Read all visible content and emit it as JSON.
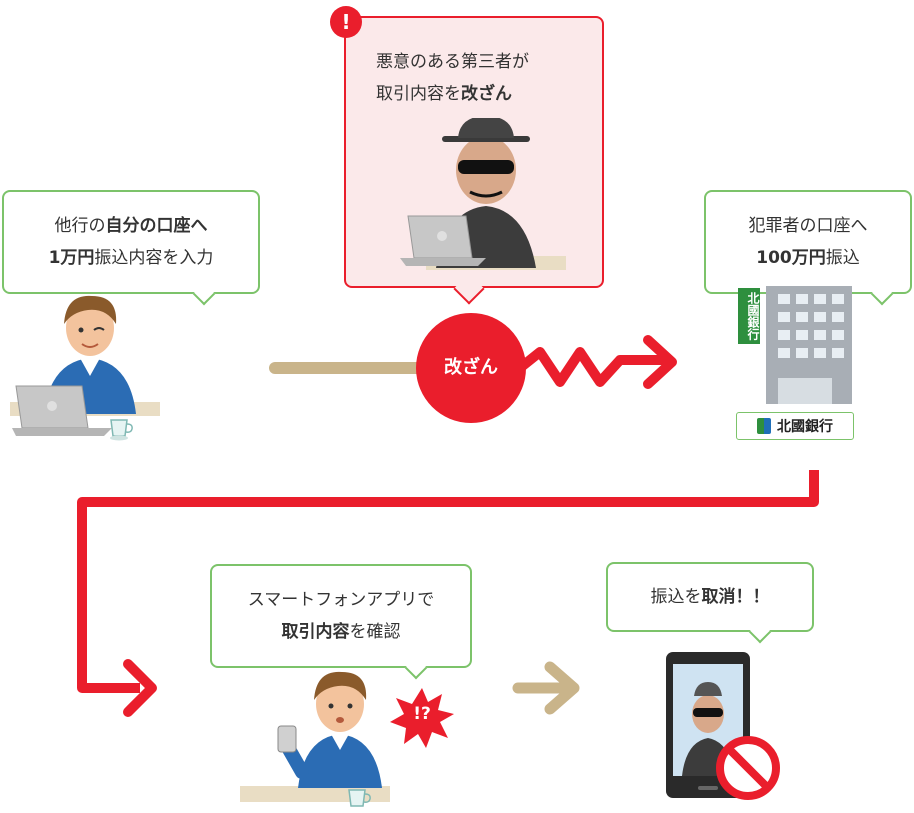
{
  "colors": {
    "red": "#ea1e2c",
    "green": "#7cc36a",
    "tan": "#c9b48a",
    "bubble_pink": "#fbe9ea"
  },
  "attacker_bubble": {
    "alert": "!",
    "line1": "悪意のある第三者が",
    "line2_prefix": "取引内容を",
    "line2_bold": "改ざん"
  },
  "user_bubble": {
    "line1_prefix": "他行の",
    "line1_bold": "自分の口座へ",
    "line2_bold": "1万円",
    "line2_suffix": "振込内容を入力"
  },
  "bank_bubble": {
    "line1": "犯罪者の口座へ",
    "line2_bold": "100万円",
    "line2_suffix": "振込"
  },
  "tamper_label": "改ざん",
  "bank": {
    "sign_vertical": "北國銀行",
    "logo_text": "北國銀行"
  },
  "confirm_bubble": {
    "line1": "スマートフォンアプリで",
    "line2_bold": "取引内容",
    "line2_suffix": "を確認"
  },
  "surprise_badge": "!?",
  "cancel_bubble": {
    "prefix": "振込を",
    "bold": "取消！！"
  },
  "icons": [
    "laptop-icon",
    "coffee-cup-icon",
    "building-icon",
    "smartphone-icon",
    "prohibited-icon",
    "arrow-icon"
  ]
}
